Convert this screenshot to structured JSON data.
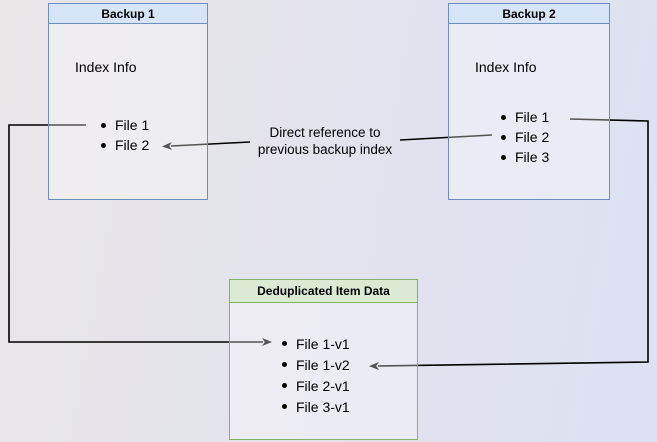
{
  "boxes": {
    "backup1": {
      "title": "Backup 1",
      "body_label": "Index Info",
      "items": [
        "File 1",
        "File 2"
      ]
    },
    "backup2": {
      "title": "Backup 2",
      "body_label": "Index Info",
      "items": [
        "File 1",
        "File 2",
        "File 3"
      ]
    },
    "dedup": {
      "title": "Deduplicated Item Data",
      "items": [
        "File 1-v1",
        "File 1-v2",
        "File 2-v1",
        "File 3-v1"
      ]
    }
  },
  "annotation": {
    "line1": "Direct reference to",
    "line2": "previous backup index"
  },
  "colors": {
    "blue_box_border": "#6c8ebf",
    "blue_box_header": "#d6e5f8",
    "green_box_border": "#82b366",
    "green_box_header": "#dbead3",
    "arrow": "#000000",
    "background_left": "#e9e6e7",
    "background_right": "#dde1f2"
  }
}
